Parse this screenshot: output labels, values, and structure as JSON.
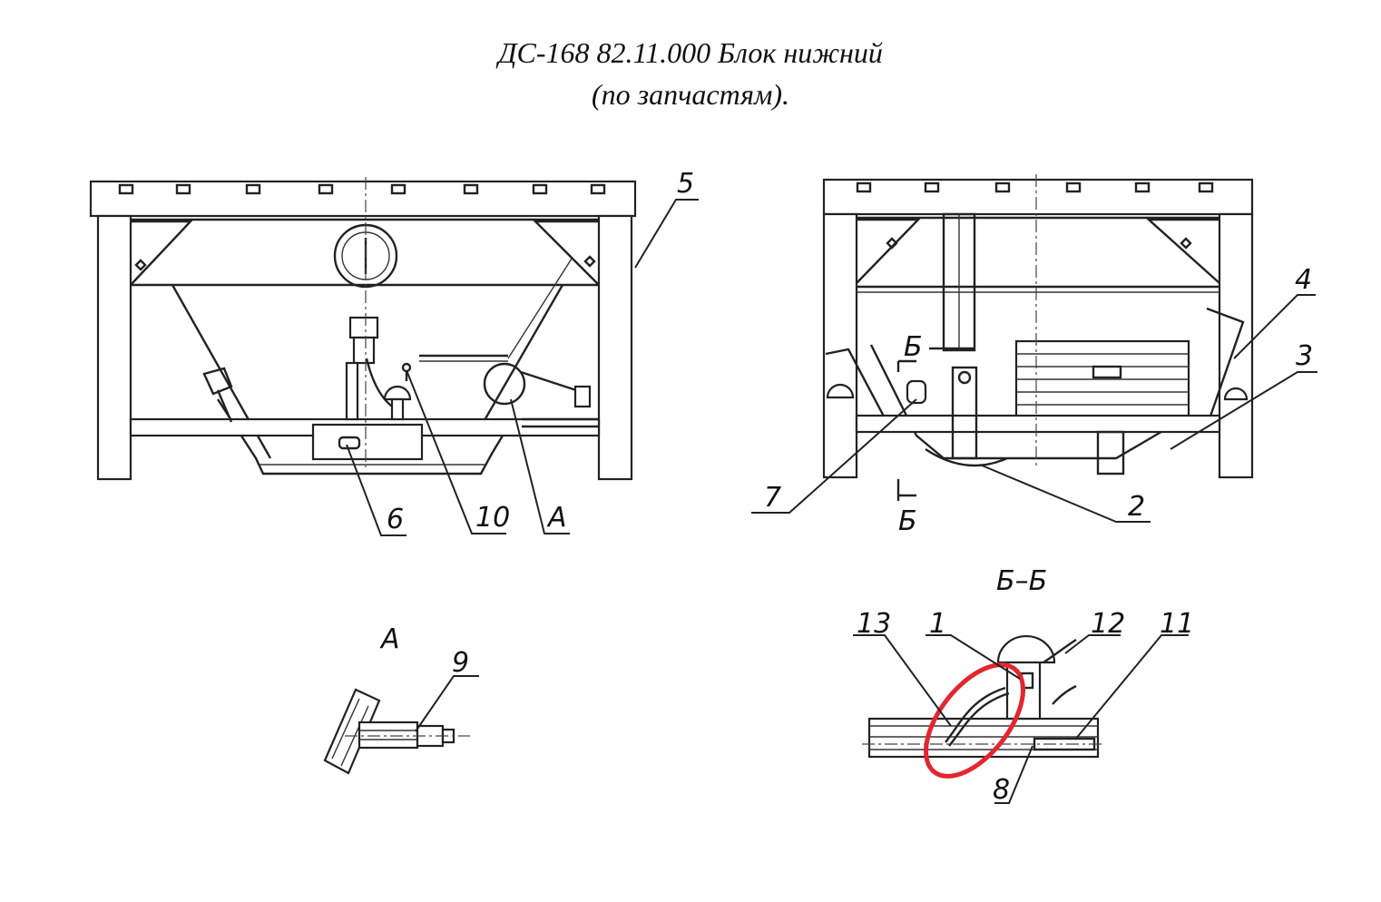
{
  "title": {
    "line1": "ДС-168 82.11.000 Блок нижний",
    "line2": "(по запчастям)."
  },
  "callouts": {
    "c1": "1",
    "c2": "2",
    "c3": "3",
    "c4": "4",
    "c5": "5",
    "c6": "6",
    "c7": "7",
    "c8": "8",
    "c9": "9",
    "c10": "10",
    "c11": "11",
    "c12": "12",
    "c13": "13",
    "cA": "А"
  },
  "section_labels": {
    "view_a": "А",
    "section_b_top": "Б",
    "section_b_bottom": "Б",
    "section_bb": "Б–Б"
  },
  "colors": {
    "highlight": "#e3262f",
    "line": "#222222"
  }
}
